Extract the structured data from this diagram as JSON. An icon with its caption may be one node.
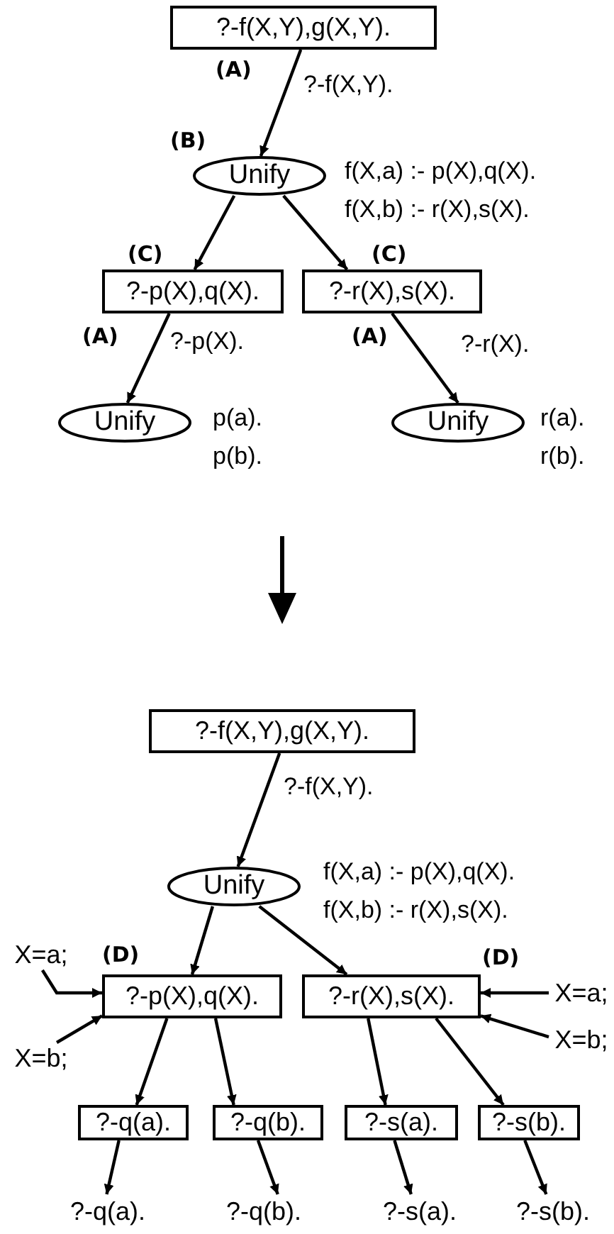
{
  "diagram": {
    "nodes": [
      {
        "text": [
          "?-f(X,Y),g(X,Y)."
        ]
      },
      {
        "text": [
          "Unify"
        ],
        "beside": [
          "f(X,a) :- p(X),q(X).",
          "f(X,b) :- r(X),s(X)."
        ]
      },
      {
        "text": [
          "?-p(X),q(X)."
        ]
      },
      {
        "text": [
          "?-r(X),s(X)."
        ]
      },
      {
        "text": [
          "Unify"
        ],
        "beside": [
          "p(a).",
          "p(b)."
        ]
      },
      {
        "text": [
          "Unify"
        ],
        "beside": [
          "r(a).",
          "r(b)."
        ]
      },
      {
        "text": [
          "?-f(X,Y),g(X,Y)."
        ]
      },
      {
        "text": [
          "Unify"
        ],
        "beside": [
          "f(X,a) :- p(X),q(X).",
          "f(X,b) :- r(X),s(X)."
        ]
      },
      {
        "text": [
          "?-p(X),q(X)."
        ]
      },
      {
        "text": [
          "?-r(X),s(X)."
        ]
      },
      {
        "text": [
          "X=a;"
        ]
      },
      {
        "text": [
          "X=b;"
        ]
      },
      {
        "text": [
          "X=a;"
        ]
      },
      {
        "text": [
          "X=b;"
        ]
      },
      {
        "text": [
          "?-q(a)."
        ]
      },
      {
        "text": [
          "?-q(b)."
        ]
      },
      {
        "text": [
          "?-s(a)."
        ]
      },
      {
        "text": [
          "?-s(b)."
        ]
      },
      {
        "text": [
          "?-q(a)."
        ]
      },
      {
        "text": [
          "?-q(b)."
        ]
      },
      {
        "text": [
          "?-s(a)."
        ]
      },
      {
        "text": [
          "?-s(b)."
        ]
      }
    ],
    "edges": [
      {
        "from": 0,
        "to": 1,
        "arrow": "to",
        "label": "?-f(X,Y)."
      },
      {
        "from": 1,
        "to": 2,
        "arrow": "to"
      },
      {
        "from": 1,
        "to": 3,
        "arrow": "to"
      },
      {
        "from": 2,
        "to": 4,
        "arrow": "to",
        "label": "?-p(X)."
      },
      {
        "from": 3,
        "to": 5,
        "arrow": "to",
        "label": "?-r(X)."
      },
      {
        "from": 6,
        "to": 7,
        "arrow": "to",
        "label": "?-f(X,Y)."
      },
      {
        "from": 7,
        "to": 8,
        "arrow": "to"
      },
      {
        "from": 7,
        "to": 9,
        "arrow": "to"
      },
      {
        "from": 10,
        "to": 8,
        "arrow": "to"
      },
      {
        "from": 11,
        "to": 8,
        "arrow": "to"
      },
      {
        "from": 12,
        "to": 9,
        "arrow": "to"
      },
      {
        "from": 13,
        "to": 9,
        "arrow": "to"
      },
      {
        "from": 8,
        "to": 14,
        "arrow": "to"
      },
      {
        "from": 8,
        "to": 15,
        "arrow": "to"
      },
      {
        "from": 9,
        "to": 16,
        "arrow": "to"
      },
      {
        "from": 9,
        "to": 17,
        "arrow": "to"
      },
      {
        "from": 14,
        "to": 18,
        "arrow": "to"
      },
      {
        "from": 15,
        "to": 19,
        "arrow": "to"
      },
      {
        "from": 16,
        "to": 20,
        "arrow": "to"
      },
      {
        "from": 17,
        "to": 21,
        "arrow": "to"
      }
    ],
    "labels": [
      "(A)",
      "(B)",
      "(C)",
      "(C)",
      "(A)",
      "(A)",
      "(D)",
      "(D)"
    ]
  }
}
